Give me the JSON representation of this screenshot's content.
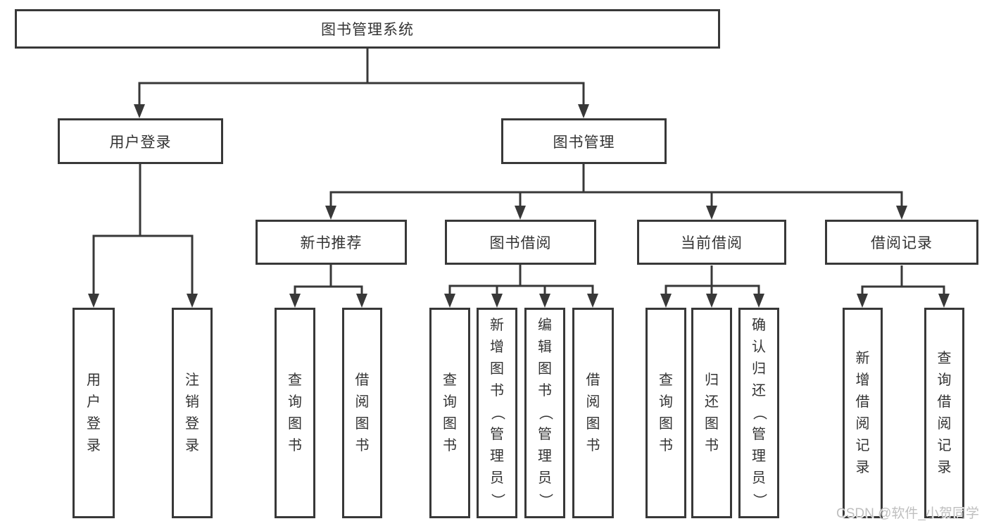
{
  "diagram": {
    "title": "图书管理系统",
    "root": {
      "label": "图书管理系统"
    },
    "level2": [
      {
        "label": "用户登录"
      },
      {
        "label": "图书管理"
      }
    ],
    "level3": [
      {
        "label": "新书推荐"
      },
      {
        "label": "图书借阅"
      },
      {
        "label": "当前借阅"
      },
      {
        "label": "借阅记录"
      }
    ],
    "leaves": {
      "user_login": [
        "用户登录",
        "注销登录"
      ],
      "new_recommend": [
        "查询图书",
        "借阅图书"
      ],
      "book_borrow": [
        "查询图书",
        "新增图书（管理员）",
        "编辑图书（管理员）",
        "借阅图书"
      ],
      "current_borrow": [
        "查询图书",
        "归还图书",
        "确认归还（管理员）"
      ],
      "borrow_records": [
        "新增借阅记录",
        "查询借阅记录"
      ]
    },
    "watermark": "CSDN @软件_小贺同学",
    "colors": {
      "line": "#383838",
      "text": "#333333",
      "watermark": "#bfbfbf",
      "background": "#ffffff"
    }
  }
}
